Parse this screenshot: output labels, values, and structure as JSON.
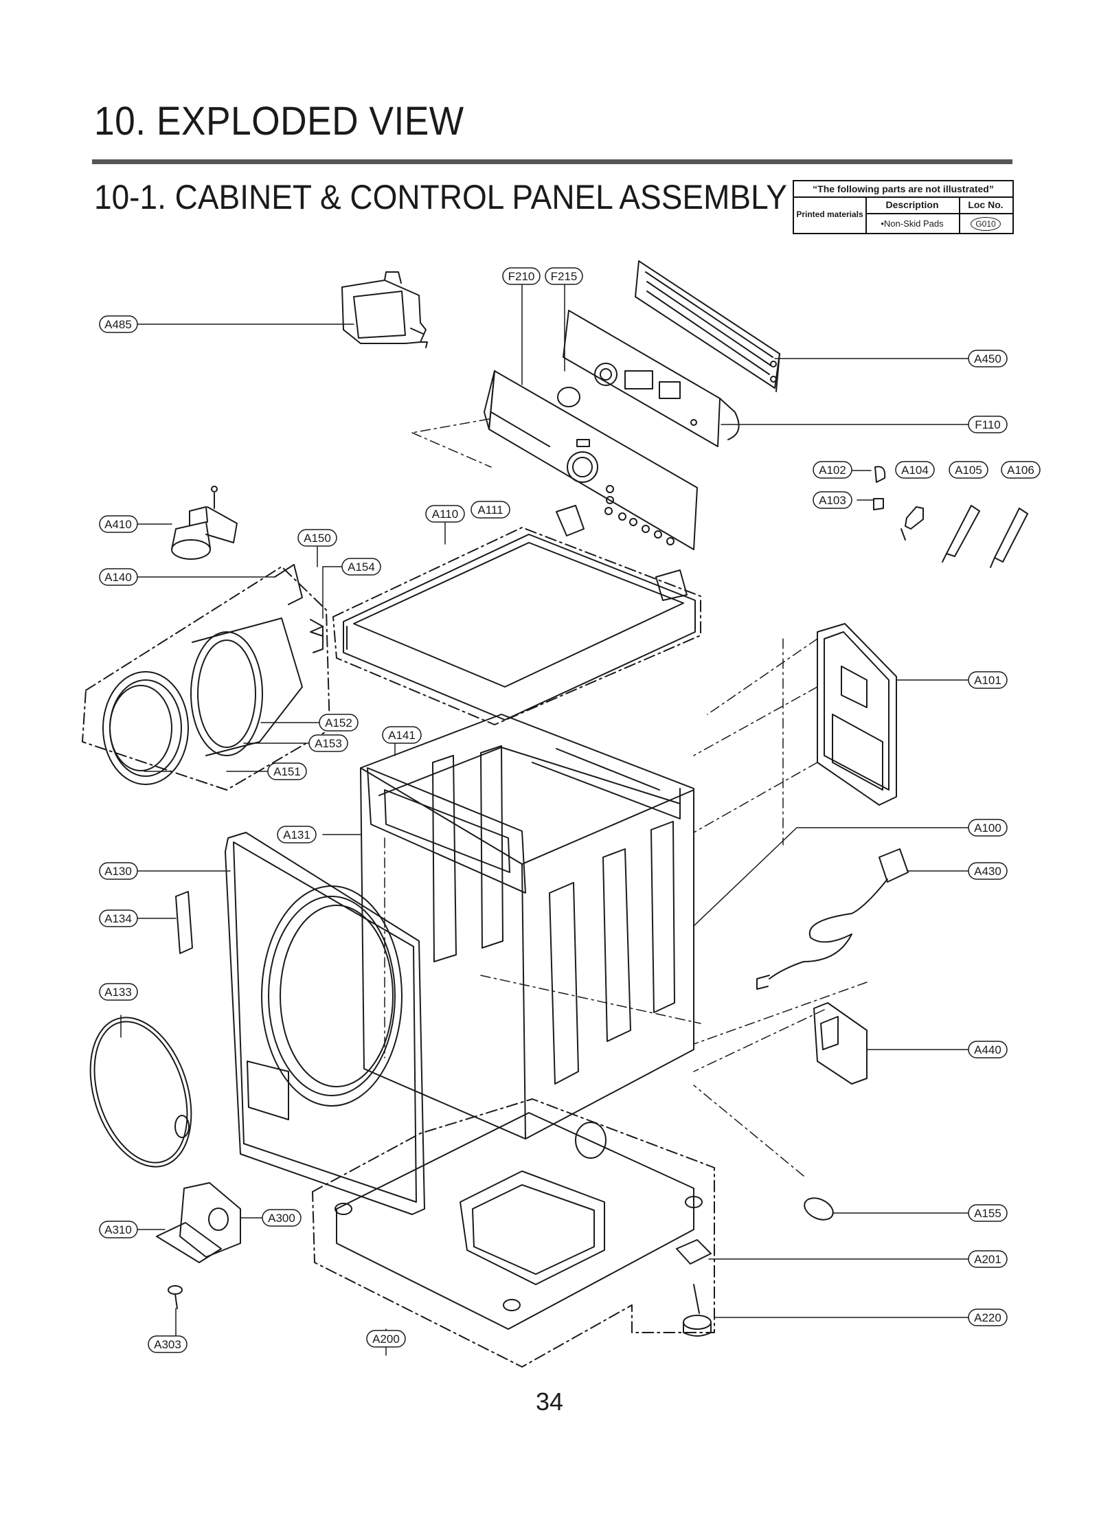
{
  "header": {
    "title": "10. EXPLODED VIEW",
    "section": "10-1. CABINET  & CONTROL PANEL ASSEMBLY"
  },
  "note_table": {
    "heading": "“The following parts are not illustrated”",
    "category": "Printed materials",
    "col_description": "Description",
    "col_loc": "Loc No.",
    "description": "•Non-Skid Pads",
    "loc": "G010"
  },
  "labels": {
    "A485": "A485",
    "F210": "F210",
    "F215": "F215",
    "A450": "A450",
    "F110": "F110",
    "A102": "A102",
    "A104": "A104",
    "A105": "A105",
    "A106": "A106",
    "A103": "A103",
    "A410": "A410",
    "A110": "A110",
    "A111": "A111",
    "A150": "A150",
    "A140": "A140",
    "A154": "A154",
    "A101": "A101",
    "A152": "A152",
    "A141": "A141",
    "A153": "A153",
    "A151": "A151",
    "A131": "A131",
    "A100": "A100",
    "A130": "A130",
    "A430": "A430",
    "A134": "A134",
    "A133": "A133",
    "A440": "A440",
    "A300": "A300",
    "A155": "A155",
    "A310": "A310",
    "A201": "A201",
    "A303": "A303",
    "A200": "A200",
    "A220": "A220"
  },
  "page_number": "34"
}
